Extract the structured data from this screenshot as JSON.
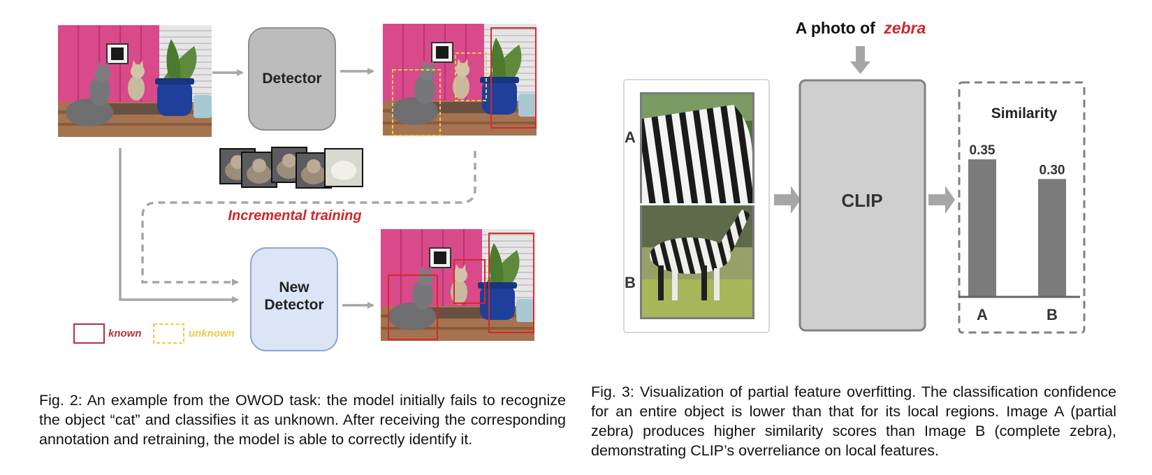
{
  "fig2": {
    "detector_label": "Detector",
    "new_detector_line1": "New",
    "new_detector_line2": "Detector",
    "incremental_training": "Incremental training",
    "legend_known": "known",
    "legend_unknown": "unknown",
    "caption": "Fig. 2: An example from the OWOD task: the model initially fails to recognize the object “cat” and classifies it as unknown. After receiving the corresponding annotation and retraining, the model is able to correctly identify it."
  },
  "fig3": {
    "prompt_prefix": "A photo of",
    "prompt_class": "zebra",
    "image_label_a": "A",
    "image_label_b": "B",
    "clip_label": "CLIP",
    "similarity_title": "Similarity",
    "caption": "Fig. 3: Visualization of partial feature overfitting. The classification confidence for an entire object is lower than that for its local regions. Image A (partial zebra) produces higher similarity scores than Image B (complete zebra), demonstrating CLIP’s overreliance on local features."
  },
  "colors": {
    "accent_red": "#d0262b",
    "known_box": "#b3323a",
    "unknown_box": "#f0c84a",
    "detector_fill": "#bcbcbc",
    "new_detector_fill": "#dbe5f6",
    "arrow_gray": "#a6a6a6",
    "bar_gray": "#7b7b7b"
  },
  "chart_data": {
    "type": "bar",
    "title": "Similarity",
    "categories": [
      "A",
      "B"
    ],
    "values": [
      0.35,
      0.3
    ],
    "value_labels": [
      "0.35",
      "0.30"
    ],
    "ylim": [
      0,
      0.4
    ],
    "grid": false
  }
}
